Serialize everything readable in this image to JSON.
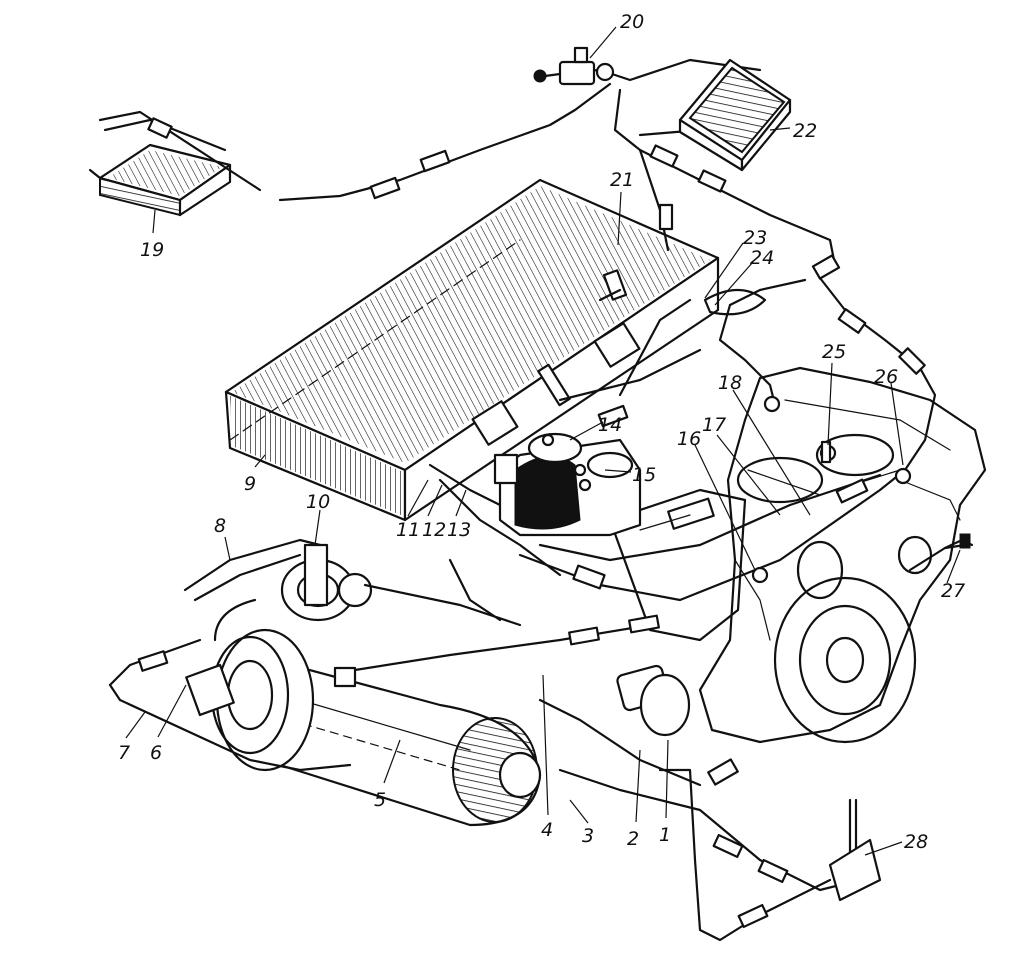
{
  "colors": {
    "ink": "#111111",
    "background": "#ffffff"
  },
  "callouts": [
    {
      "id": "1",
      "text": "1"
    },
    {
      "id": "2",
      "text": "2"
    },
    {
      "id": "3",
      "text": "3"
    },
    {
      "id": "4",
      "text": "4"
    },
    {
      "id": "5",
      "text": "5"
    },
    {
      "id": "6",
      "text": "6"
    },
    {
      "id": "7",
      "text": "7"
    },
    {
      "id": "8",
      "text": "8"
    },
    {
      "id": "9",
      "text": "9"
    },
    {
      "id": "10",
      "text": "10"
    },
    {
      "id": "11",
      "text": "11"
    },
    {
      "id": "12",
      "text": "12"
    },
    {
      "id": "13",
      "text": "13"
    },
    {
      "id": "14",
      "text": "14"
    },
    {
      "id": "15",
      "text": "15"
    },
    {
      "id": "16",
      "text": "16"
    },
    {
      "id": "17",
      "text": "17"
    },
    {
      "id": "18",
      "text": "18"
    },
    {
      "id": "19",
      "text": "19"
    },
    {
      "id": "20",
      "text": "20"
    },
    {
      "id": "21",
      "text": "21"
    },
    {
      "id": "22",
      "text": "22"
    },
    {
      "id": "23",
      "text": "23"
    },
    {
      "id": "24",
      "text": "24"
    },
    {
      "id": "25",
      "text": "25"
    },
    {
      "id": "26",
      "text": "26"
    },
    {
      "id": "27",
      "text": "27"
    },
    {
      "id": "28",
      "text": "28"
    }
  ]
}
